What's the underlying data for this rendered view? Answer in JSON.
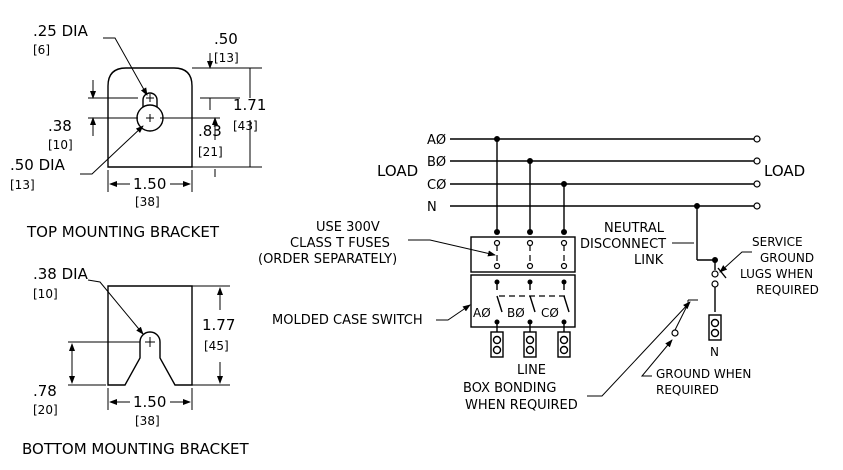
{
  "top_bracket": {
    "hole_dia": ".25 DIA",
    "hole_dia_mm": "[6]",
    "top_offset": ".50",
    "top_offset_mm": "[13]",
    "height": "1.71",
    "height_mm": "[43]",
    "left_offset": ".38",
    "left_offset_mm": "[10]",
    "mid_offset": ".83",
    "mid_offset_mm": "[21]",
    "slot_dia": ".50 DIA",
    "slot_dia_mm": "[13]",
    "width": "1.50",
    "width_mm": "[38]",
    "caption": "TOP MOUNTING BRACKET"
  },
  "bottom_bracket": {
    "hole_dia": ".38 DIA",
    "hole_dia_mm": "[10]",
    "height": "1.77",
    "height_mm": "[45]",
    "bottom_offset": ".78",
    "bottom_offset_mm": "[20]",
    "width": "1.50",
    "width_mm": "[38]",
    "caption": "BOTTOM MOUNTING BRACKET"
  },
  "schematic": {
    "phases": [
      "AØ",
      "BØ",
      "CØ",
      "N"
    ],
    "load_left": "LOAD",
    "load_right": "LOAD",
    "fuse_note": [
      "USE 300V",
      "CLASS T FUSES",
      "(ORDER SEPARATELY)"
    ],
    "neutral_link": [
      "NEUTRAL",
      "DISCONNECT",
      "LINK"
    ],
    "service_ground": [
      "SERVICE",
      "GROUND",
      "LUGS WHEN",
      "REQUIRED"
    ],
    "switch_label": "MOLDED CASE SWITCH",
    "switch_phases": [
      "AØ",
      "BØ",
      "CØ"
    ],
    "line_label": "LINE",
    "neutral_terminal": "N",
    "box_bonding": [
      "BOX BONDING",
      "WHEN REQUIRED"
    ],
    "ground_when": [
      "GROUND WHEN",
      "REQUIRED"
    ]
  }
}
